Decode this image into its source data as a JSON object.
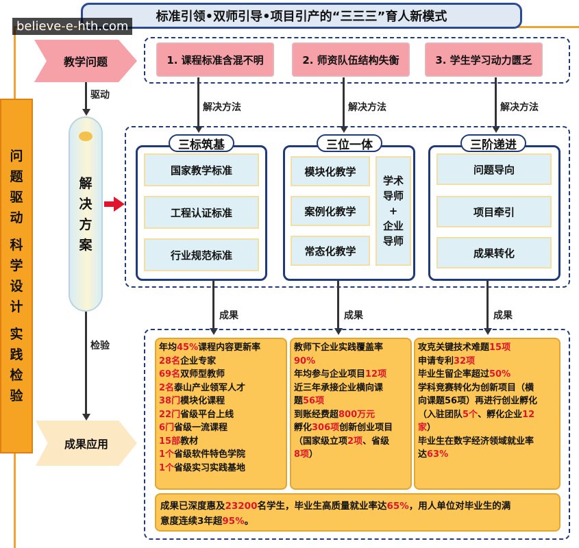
{
  "watermark": "believe-e-hth.com",
  "title": "标准引领•双师引导•项目引产的“三三三”育人新模式",
  "left_bar": {
    "lines": [
      "问",
      "题",
      "驱",
      "动",
      "",
      "科",
      "学",
      "设",
      "计",
      "",
      "实",
      "践",
      "检",
      "验"
    ]
  },
  "flow": {
    "problem": "教学问题",
    "drive": "驱动",
    "solution_lines": [
      "解",
      "决",
      "方",
      "案"
    ],
    "check": "检验",
    "application": "成果应用"
  },
  "problems": [
    "1. 课程标准含混不明",
    "2. 师资队伍结构失衡",
    "3. 学生学习动力匮乏"
  ],
  "method_label": "解决方法",
  "result_label": "成果",
  "columns": [
    {
      "title": "三标筑基",
      "items": [
        "国家教学标准",
        "工程认证标准",
        "行业规范标准"
      ]
    },
    {
      "title": "三位一体",
      "items": [
        "模块化教学",
        "案例化教学",
        "常态化教学"
      ],
      "side": [
        "学术",
        "导师",
        "+",
        "企业",
        "导师"
      ]
    },
    {
      "title": "三阶递进",
      "items": [
        "问题导向",
        "项目牵引",
        "成果转化"
      ]
    }
  ],
  "results": [
    [
      [
        [
          "年均",
          ""
        ],
        [
          "45%",
          "r"
        ],
        [
          "课程内容更新率",
          ""
        ]
      ],
      [
        [
          "28名",
          "r"
        ],
        [
          "企业专家",
          ""
        ]
      ],
      [
        [
          "69名",
          "r"
        ],
        [
          "双师型教师",
          ""
        ]
      ],
      [
        [
          "2名",
          "r"
        ],
        [
          "泰山产业领军人才",
          ""
        ]
      ],
      [
        [
          "38门",
          "r"
        ],
        [
          "模块化课程",
          ""
        ]
      ],
      [
        [
          "22门",
          "r"
        ],
        [
          "省级平台上线",
          ""
        ]
      ],
      [
        [
          "6门",
          "r"
        ],
        [
          "省级一流课程",
          ""
        ]
      ],
      [
        [
          "15部",
          "r"
        ],
        [
          "教材",
          ""
        ]
      ],
      [
        [
          "1个",
          "r"
        ],
        [
          "省级软件特色学院",
          ""
        ]
      ],
      [
        [
          "1个",
          "r"
        ],
        [
          "省级实习实践基地",
          ""
        ]
      ]
    ],
    [
      [
        [
          "教师下企业实践覆盖率",
          ""
        ]
      ],
      [
        [
          "90%",
          "r"
        ]
      ],
      [
        [
          "年均参与企业项目",
          ""
        ],
        [
          "12项",
          "r"
        ]
      ],
      [
        [
          "近三年承接企业横向课",
          ""
        ]
      ],
      [
        [
          "题",
          ""
        ],
        [
          "56项",
          "r"
        ]
      ],
      [
        [
          "到账经费超",
          ""
        ],
        [
          "800万元",
          "r"
        ]
      ],
      [
        [
          "孵化",
          ""
        ],
        [
          "306项",
          "r"
        ],
        [
          "创新创业项目",
          ""
        ]
      ],
      [
        [
          "（国家级立项",
          ""
        ],
        [
          "2项",
          "r"
        ],
        [
          "、省级",
          ""
        ]
      ],
      [
        [
          "8项",
          "r"
        ],
        [
          "）",
          ""
        ]
      ]
    ],
    [
      [
        [
          "攻克关键技术难题",
          ""
        ],
        [
          "15项",
          "r"
        ]
      ],
      [
        [
          "申请专利",
          ""
        ],
        [
          "32项",
          "r"
        ]
      ],
      [
        [
          "毕业生留企率超过",
          ""
        ],
        [
          "50%",
          "r"
        ]
      ],
      [
        [
          "学科竞赛转化为创新项目（横",
          ""
        ]
      ],
      [
        [
          "向课题56项）再进行创业孵化",
          ""
        ]
      ],
      [
        [
          "（入驻团队",
          ""
        ],
        [
          "5个",
          "r"
        ],
        [
          "、孵化企业",
          ""
        ],
        [
          "12",
          "r"
        ]
      ],
      [
        [
          "家",
          "r"
        ],
        [
          "）",
          ""
        ]
      ],
      [
        [
          "毕业生在数字经济领域就业率",
          ""
        ]
      ],
      [
        [
          "达",
          ""
        ],
        [
          "63%",
          "r"
        ]
      ]
    ]
  ],
  "bottom": [
    [
      [
        "成果已深度惠及",
        ""
      ],
      [
        "23200",
        "r"
      ],
      [
        "名学生，毕业生高质量就业率达",
        ""
      ],
      [
        "65%",
        "r"
      ],
      [
        "，用人单位对毕业生的满",
        ""
      ]
    ],
    [
      [
        "意度连续3年超",
        ""
      ],
      [
        "95%",
        "r"
      ],
      [
        "。",
        ""
      ]
    ]
  ]
}
